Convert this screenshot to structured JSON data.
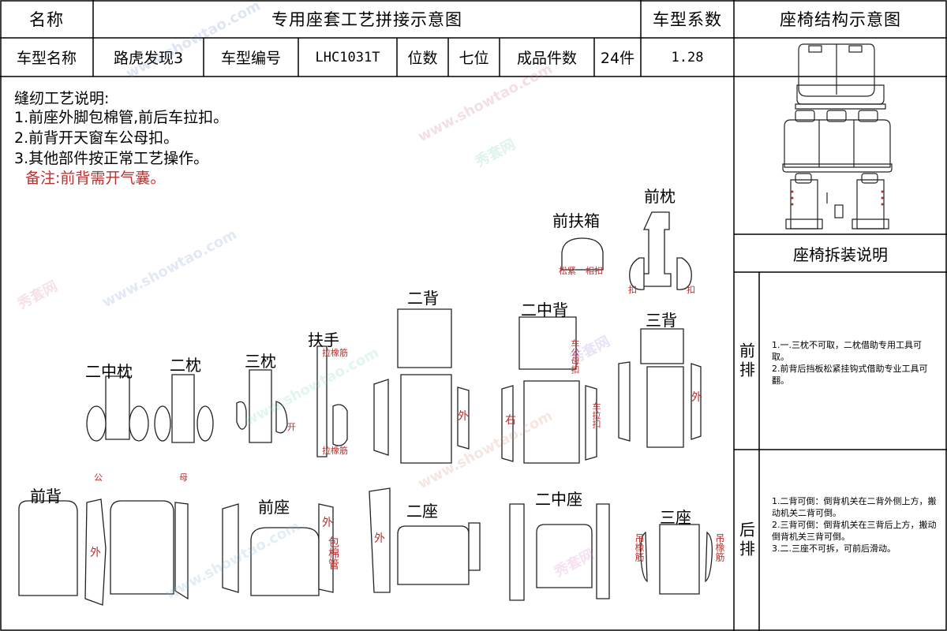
{
  "header": {
    "name_label": "名称",
    "title": "专用座套工艺拼接示意图",
    "coef_label": "车型系数",
    "structure_title": "座椅结构示意图"
  },
  "info_row": {
    "model_name_label": "车型名称",
    "model_name": "路虎发现3",
    "model_code_label": "车型编号",
    "model_code": "LHC1031T",
    "seats_label": "位数",
    "seats": "七位",
    "pieces_label": "成品件数",
    "pieces": "24件",
    "coef_value": "1.28"
  },
  "process": {
    "title": "缝纫工艺说明:",
    "items": [
      "1.前座外脚包棉管,前后车拉扣。",
      "2.前背开天窗车公母扣。",
      "3.其他部件按正常工艺操作。"
    ],
    "remark": "备注:前背需开气囊。"
  },
  "sidebar": {
    "disassembly_title": "座椅拆装说明",
    "front_row_label": "前排",
    "front_row_text": "1.一.三枕不可取，二枕借助专用工具可取。\n2.前背后挡板松紧挂钩式借助专业工具可翻。",
    "rear_row_label": "后排",
    "rear_row_text": "1.二背可倒：倒背机关在二背外侧上方，搬动机关二背可倒。\n2.三背可倒：倒背机关在三背后上方，搬动倒背机关三背可倒。\n3.二.三座不可拆，可前后滑动。"
  },
  "parts": {
    "front_console": "前扶箱",
    "front_headrest": "前枕",
    "second_back": "二背",
    "second_mid_back": "二中背",
    "third_back": "三背",
    "armrest": "扶手",
    "second_mid_headrest": "二中枕",
    "second_headrest": "二枕",
    "third_headrest": "三枕",
    "front_back": "前背",
    "front_seat": "前座",
    "second_seat": "二座",
    "second_mid_seat": "二中座",
    "third_seat": "三座"
  },
  "annotations": {
    "pull_rubber_top": "拉橡筋",
    "pull_rubber_bottom": "拉橡筋",
    "kou": "扣",
    "kou2": "扣",
    "console_left": "松紧",
    "console_right": "相扣",
    "open": "开",
    "male_female_kou": "车公母扣",
    "car_kou": "车拉扣",
    "outside": "外",
    "right": "右",
    "wrap_cotton_tube": "包棉管",
    "gong": "公",
    "mu": "母",
    "hang_rubber": "吊橡筋"
  },
  "watermark": {
    "brand": "秀套网",
    "url": "www.showtao.com"
  }
}
